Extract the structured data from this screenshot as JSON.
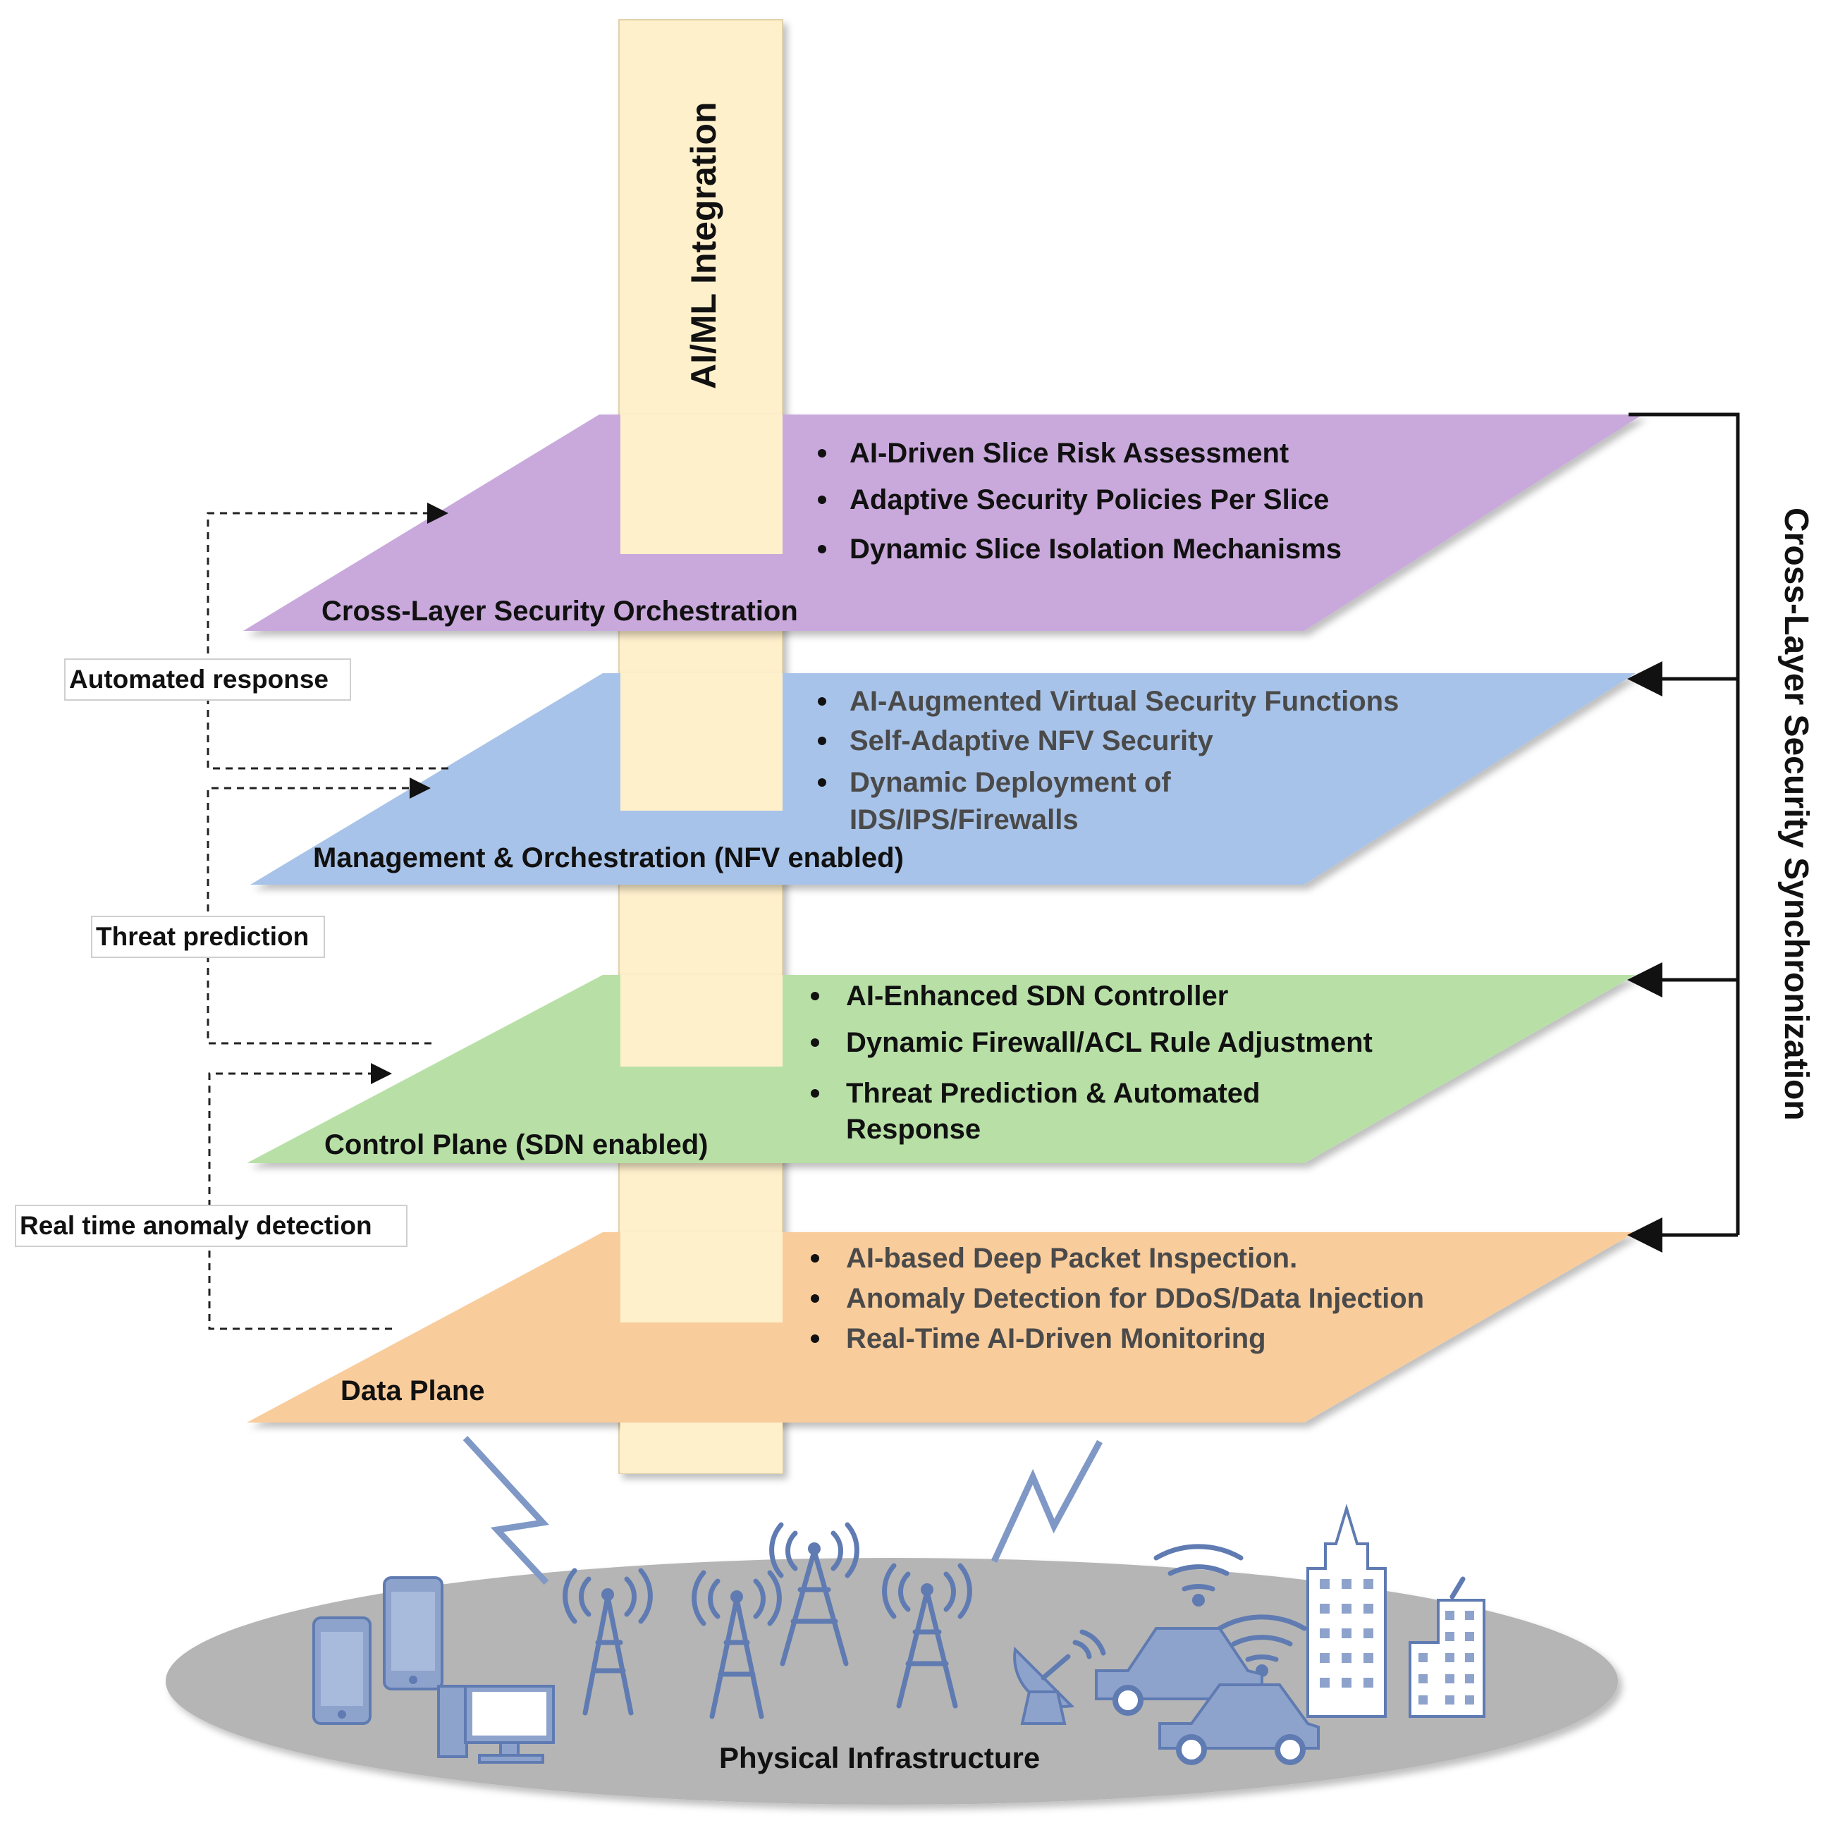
{
  "column": {
    "title": "AI/ML Integration"
  },
  "sync": {
    "title": "Cross-Layer Security Synchronization"
  },
  "layers": [
    {
      "title": "Cross-Layer Security Orchestration",
      "color": "#c9a9dc",
      "bullets": [
        "AI-Driven Slice Risk Assessment",
        "Adaptive Security Policies Per Slice",
        "Dynamic Slice Isolation Mechanisms"
      ]
    },
    {
      "title": "Management & Orchestration (NFV enabled)",
      "color": "#a8c3e9",
      "bullets": [
        "AI-Augmented Virtual Security Functions",
        "Self-Adaptive NFV Security",
        "Dynamic Deployment of",
        "IDS/IPS/Firewalls"
      ]
    },
    {
      "title": "Control Plane (SDN enabled)",
      "color": "#b8e0a6",
      "bullets": [
        "AI-Enhanced SDN Controller",
        "Dynamic Firewall/ACL Rule Adjustment",
        "Threat Prediction & Automated",
        "Response"
      ]
    },
    {
      "title": "Data Plane",
      "color": "#f9cc9c",
      "bullets": [
        "AI-based Deep Packet Inspection.",
        "Anomaly Detection for DDoS/Data Injection",
        "Real-Time AI-Driven Monitoring"
      ]
    }
  ],
  "feedback": [
    {
      "label": "Automated response"
    },
    {
      "label": "Threat prediction"
    },
    {
      "label": "Real time anomaly detection"
    }
  ],
  "infrastructure": {
    "title": "Physical Infrastructure"
  },
  "colors": {
    "column": "#fff0cc",
    "ground": "#b5b5b5",
    "icons": "#8ea3cc"
  }
}
